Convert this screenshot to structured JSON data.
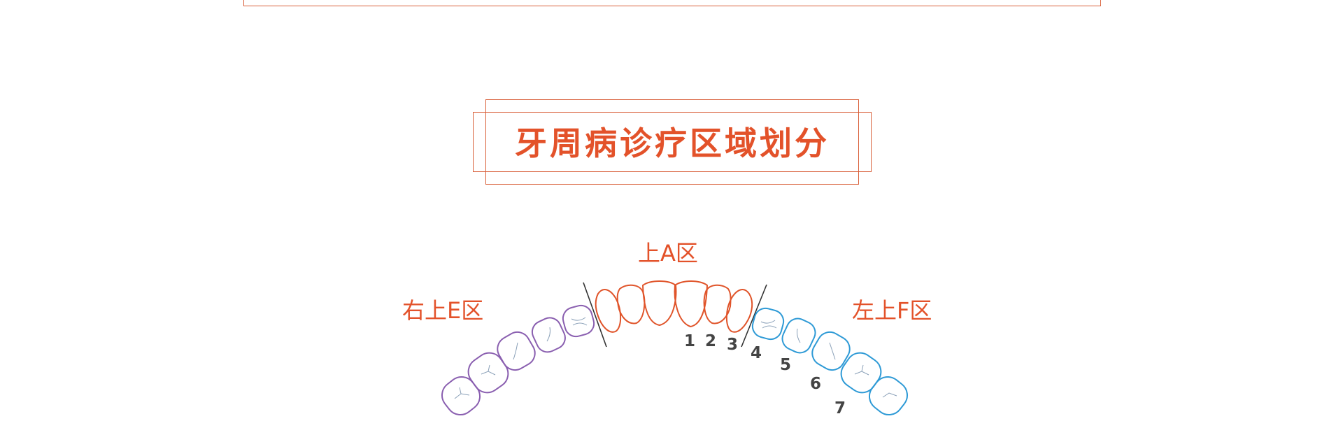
{
  "title": "牙周病诊疗区域划分",
  "zones": {
    "upper_a": "上A区",
    "upper_right_e": "右上E区",
    "upper_left_f": "左上F区"
  },
  "tooth_numbers": [
    "1",
    "2",
    "3",
    "4",
    "5",
    "6",
    "7"
  ],
  "colors": {
    "accent": "#e3522a",
    "zone_a": "#e0542a",
    "zone_e": "#8a5fb0",
    "zone_f": "#2e9ad6",
    "numbers": "#444444"
  }
}
